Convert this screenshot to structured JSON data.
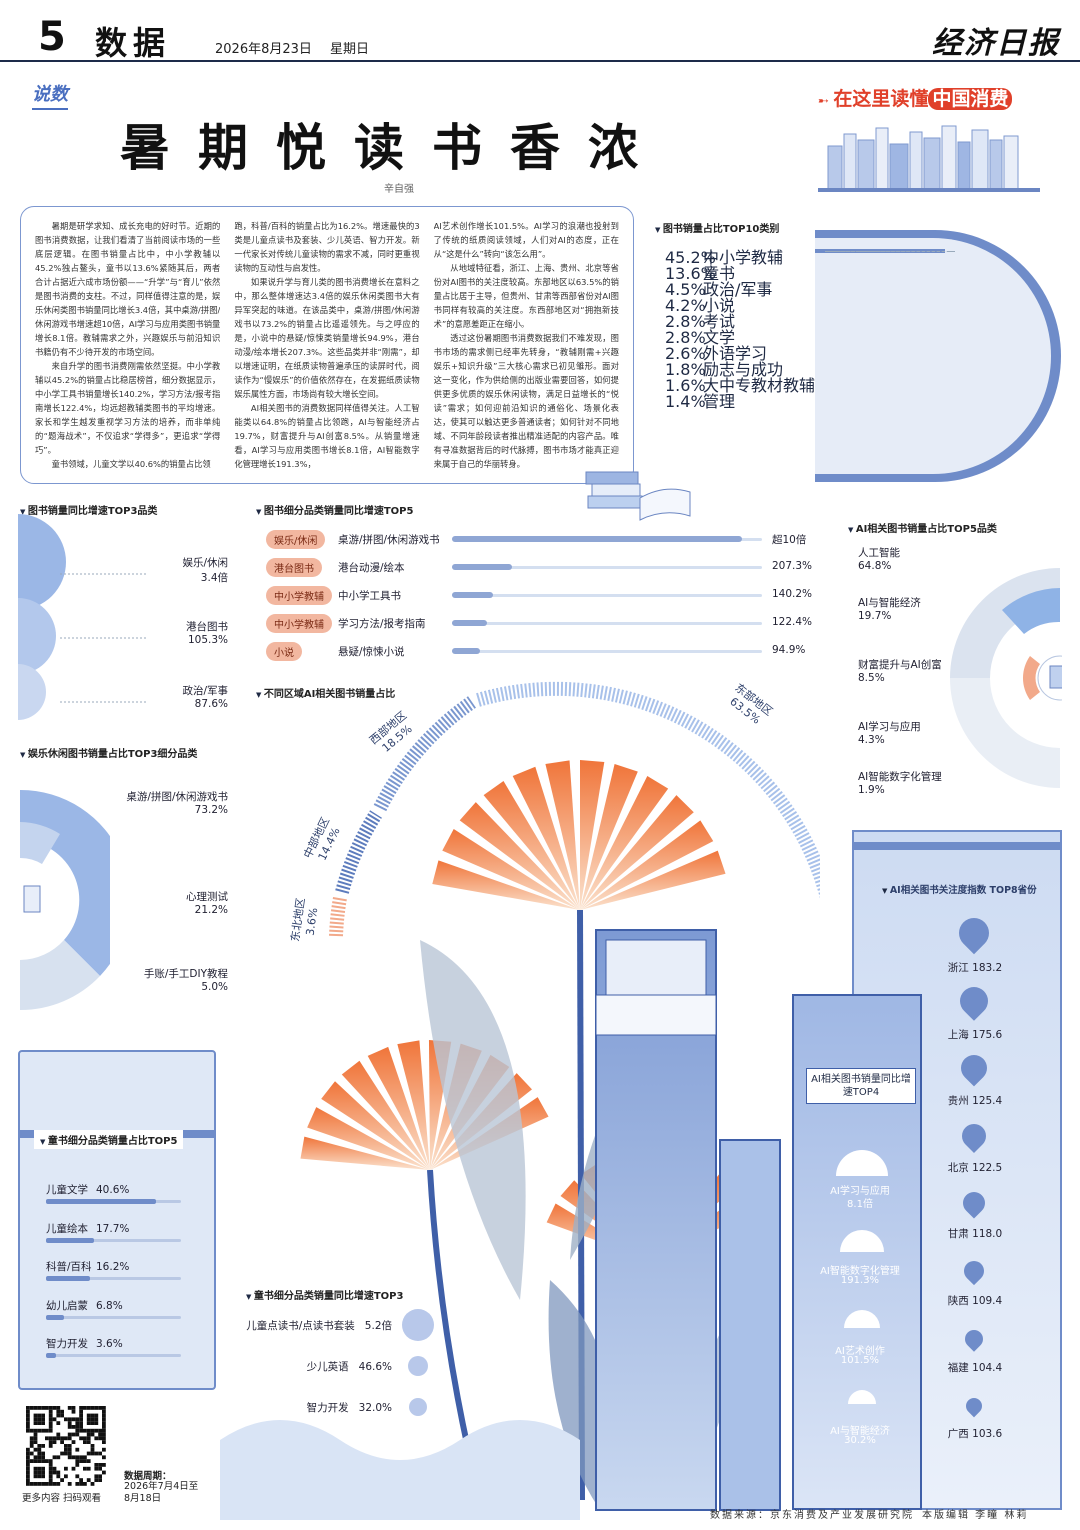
{
  "header": {
    "page_num": "5",
    "section": "数据",
    "date": "2026年8月23日",
    "weekday": "星期日",
    "brand": "经济日报"
  },
  "column_name": "说数",
  "title": "暑期悦读书香浓",
  "author": "辛自强",
  "slogan": {
    "prefix": "在这里读懂",
    "highlight": "中国消费"
  },
  "article": {
    "col1": [
      "暑期是研学求知、成长充电的好时节。近期的图书消费数据，让我们看清了当前阅读市场的一些底层逻辑。在图书销量占比中，中小学教辅以45.2%独占鳌头，童书以13.6%紧随其后，两者合计占据近六成市场份额——“升学”与“育儿”依然是图书消费的支柱。不过，同样值得注意的是，娱乐休闲类图书销量同比增长3.4倍，其中桌游/拼图/休闲游戏书增速超10倍，AI学习与应用类图书销量增长8.1倍。教辅需求之外，兴趣娱乐与前沿知识书籍仍有不少待开发的市场空间。",
      "来自升学的图书消费刚需依然坚挺。中小学教辅以45.2%的销量占比稳居榜首，细分数据显示，中小学工具书销量增长140.2%，学习方法/报考指南增长122.4%，均远超教辅类图书的平均增速。家长和学生越发重视学习方法的培养，而非单纯的“题海战术”，不仅追求“学得多”，更追求“学得巧”。",
      "童书领域，儿童文学以40.6%的销量占比领"
    ],
    "col2": [
      "跑，科普/百科的销量占比为16.2%。增速最快的3类是儿童点读书及套装、少儿英语、智力开发。新一代家长对传统儿童读物的需求不减，同时更重视读物的互动性与启发性。",
      "如果说升学与育儿类的图书消费增长在意料之中，那么整体增速达3.4倍的娱乐休闲类图书大有异军突起的味道。在该品类中，桌游/拼图/休闲游戏书以73.2%的销量占比遥遥领先。与之呼应的是，小说中的悬疑/惊悚类销量增长94.9%，港台动漫/绘本增长207.3%。这些品类并非“刚需”，却以增速证明，在纸质读物普遍承压的读屏时代，阅读作为“慢娱乐”的价值依然存在，在发掘纸质读物娱乐属性方面，市场尚有较大增长空间。",
      "AI相关图书的消费数据同样值得关注。人工智能类以64.8%的销量占比领跑，AI与智能经济占19.7%，财富提升与AI创富8.5%。从销量增速看，AI学习与应用类图书增长8.1倍，AI智能数字化管理增长191.3%，"
    ],
    "col3": [
      "AI艺术创作增长101.5%。AI学习的浪潮也投射到了传统的纸质阅读领域，人们对AI的态度，正在从“这是什么”转向“该怎么用”。",
      "从地域特征看，浙江、上海、贵州、北京等省份对AI图书的关注度较高。东部地区以63.5%的销量占比居于主导，但贵州、甘肃等西部省份对AI图书同样有较高的关注度。东西部地区对“拥抱新技术”的意愿差距正在缩小。",
      "透过这份暑期图书消费数据我们不难发现，图书市场的需求侧已经率先转身，“教辅刚需+兴趣娱乐+知识升级”三大核心需求已初见雏形。面对这一变化，作为供给侧的出版业需要回答，如何提供更多优质的娱乐休闲读物，满足日益增长的“悦读”需求；如何迎前沿知识的通俗化、场景化表达，使其可以触达更多普通读者；如何针对不同地域、不同年龄段读者推出精准适配的内容产品。唯有寻准数据背后的时代脉搏，图书市场才能真正迎来属于自己的华丽转身。"
    ]
  },
  "top10": {
    "title": "图书销量占比TOP10类别",
    "items": [
      {
        "p": "45.2%",
        "n": "中小学教辅",
        "v": 45.2
      },
      {
        "p": "13.6%",
        "n": "童书",
        "v": 13.6
      },
      {
        "p": "4.5%",
        "n": "政治/军事",
        "v": 4.5
      },
      {
        "p": "4.2%",
        "n": "小说",
        "v": 4.2
      },
      {
        "p": "2.8%",
        "n": "考试",
        "v": 2.8
      },
      {
        "p": "2.8%",
        "n": "文学",
        "v": 2.8
      },
      {
        "p": "2.6%",
        "n": "外语学习",
        "v": 2.6
      },
      {
        "p": "1.8%",
        "n": "励志与成功",
        "v": 1.8
      },
      {
        "p": "1.6%",
        "n": "大中专教材教辅",
        "v": 1.6
      },
      {
        "p": "1.4%",
        "n": "管理",
        "v": 1.4
      }
    ]
  },
  "top3": {
    "title": "图书销量同比增速TOP3品类",
    "items": [
      {
        "n": "娱乐/休闲",
        "v": "3.4倍"
      },
      {
        "n": "港台图书",
        "v": "105.3%"
      },
      {
        "n": "政治/军事",
        "v": "87.6%"
      }
    ]
  },
  "sub5": {
    "title": "图书细分品类销量同比增速TOP5",
    "items": [
      {
        "cat": "娱乐/休闲",
        "n": "桌游/拼图/休闲游戏书",
        "v": "超10倍",
        "f": 1.0
      },
      {
        "cat": "港台图书",
        "n": "港台动漫/绘本",
        "v": "207.3%",
        "f": 0.207
      },
      {
        "cat": "中小学教辅",
        "n": "中小学工具书",
        "v": "140.2%",
        "f": 0.14
      },
      {
        "cat": "中小学教辅",
        "n": "学习方法/报考指南",
        "v": "122.4%",
        "f": 0.122
      },
      {
        "cat": "小说",
        "n": "悬疑/惊悚小说",
        "v": "94.9%",
        "f": 0.095
      }
    ]
  },
  "ai5": {
    "title": "AI相关图书销量占比TOP5品类",
    "items": [
      {
        "n": "人工智能",
        "v": "64.8%"
      },
      {
        "n": "AI与智能经济",
        "v": "19.7%"
      },
      {
        "n": "财富提升与AI创富",
        "v": "8.5%"
      },
      {
        "n": "AI学习与应用",
        "v": "4.3%"
      },
      {
        "n": "AI智能数字化管理",
        "v": "1.9%"
      }
    ]
  },
  "region": {
    "title": "不同区域AI相关图书销量占比",
    "items": [
      {
        "n": "东部地区",
        "v": "63.5%"
      },
      {
        "n": "西部地区",
        "v": "18.5%"
      },
      {
        "n": "中部地区",
        "v": "14.4%"
      },
      {
        "n": "东北地区",
        "v": "3.6%"
      }
    ]
  },
  "ent3": {
    "title": "娱乐休闲图书销量占比TOP3细分品类",
    "items": [
      {
        "n": "桌游/拼图/休闲游戏书",
        "v": "73.2%"
      },
      {
        "n": "心理测试",
        "v": "21.2%"
      },
      {
        "n": "手账/手工DIY教程",
        "v": "5.0%"
      }
    ]
  },
  "kid5": {
    "title": "童书细分品类销量占比TOP5",
    "items": [
      {
        "n": "儿童文学",
        "v": "40.6%",
        "f": 0.406
      },
      {
        "n": "儿童绘本",
        "v": "17.7%",
        "f": 0.177
      },
      {
        "n": "科普/百科",
        "v": "16.2%",
        "f": 0.162
      },
      {
        "n": "幼儿启蒙",
        "v": "6.8%",
        "f": 0.068
      },
      {
        "n": "智力开发",
        "v": "3.6%",
        "f": 0.036
      }
    ]
  },
  "kid3": {
    "title": "童书细分品类销量同比增速TOP3",
    "items": [
      {
        "n": "儿童点读书/点读书套装",
        "v": "5.2倍"
      },
      {
        "n": "少儿英语",
        "v": "46.6%"
      },
      {
        "n": "智力开发",
        "v": "32.0%"
      }
    ]
  },
  "ai4": {
    "title": "AI相关图书销量同比增速TOP4",
    "items": [
      {
        "n": "AI学习与应用",
        "v": "8.1倍"
      },
      {
        "n": "AI智能数字化管理",
        "v": "191.3%"
      },
      {
        "n": "AI艺术创作",
        "v": "101.5%"
      },
      {
        "n": "AI与智能经济",
        "v": "30.2%"
      }
    ]
  },
  "prov8": {
    "title": "AI相关图书关注度指数 TOP8省份",
    "items": [
      "浙江 183.2",
      "上海 175.6",
      "贵州 125.4",
      "北京 122.5",
      "甘肃 118.0",
      "陕西 109.4",
      "福建 104.4",
      "广西 103.6"
    ]
  },
  "footer": {
    "qr": "更多内容 扫码观看",
    "period_label": "数据周期：",
    "period": "2026年7月4日至8月18日",
    "source": "数据来源：京东消费及产业发展研究院",
    "editor": "本版编辑 李瞳 林莉"
  },
  "colors": {
    "accent": "#e0402a",
    "blue": "#4a6fc0",
    "orange": "#f07a3c"
  }
}
